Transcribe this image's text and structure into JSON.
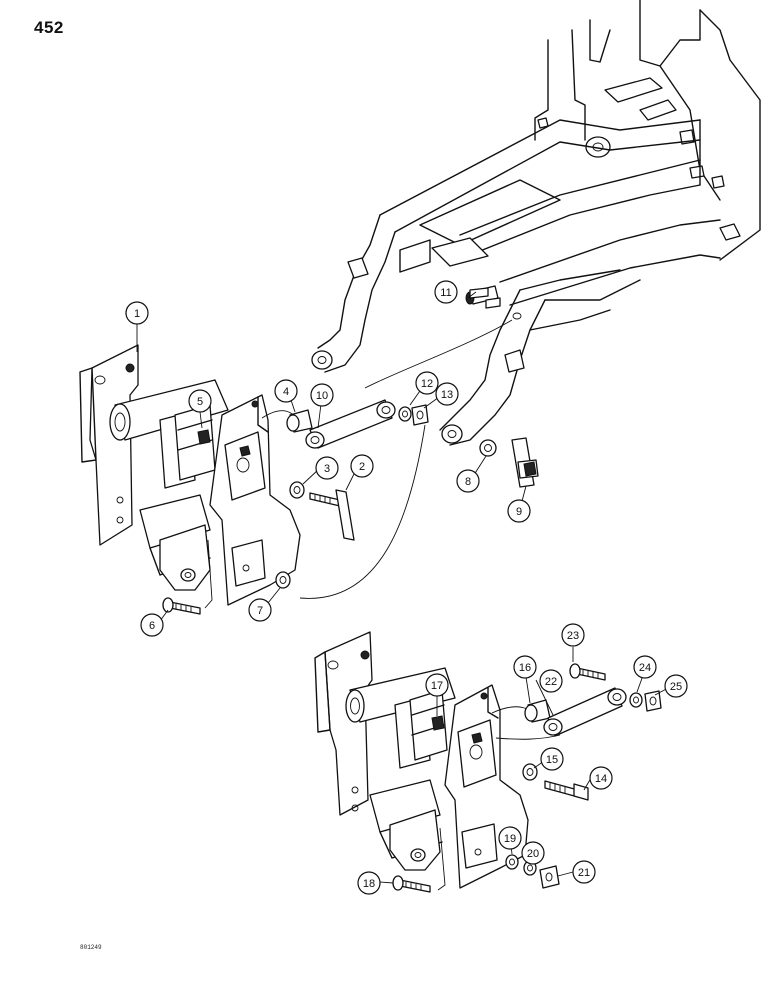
{
  "page": {
    "number": "452",
    "figure_code": "801249"
  },
  "callouts": [
    {
      "id": "c1",
      "label": "1"
    },
    {
      "id": "c2",
      "label": "2"
    },
    {
      "id": "c3",
      "label": "3"
    },
    {
      "id": "c4",
      "label": "4"
    },
    {
      "id": "c5",
      "label": "5"
    },
    {
      "id": "c6",
      "label": "6"
    },
    {
      "id": "c7",
      "label": "7"
    },
    {
      "id": "c8",
      "label": "8"
    },
    {
      "id": "c9",
      "label": "9"
    },
    {
      "id": "c10",
      "label": "10"
    },
    {
      "id": "c11",
      "label": "11"
    },
    {
      "id": "c12",
      "label": "12"
    },
    {
      "id": "c13",
      "label": "13"
    },
    {
      "id": "c14",
      "label": "14"
    },
    {
      "id": "c15",
      "label": "15"
    },
    {
      "id": "c16",
      "label": "16"
    },
    {
      "id": "c17",
      "label": "17"
    },
    {
      "id": "c18",
      "label": "18"
    },
    {
      "id": "c19",
      "label": "19"
    },
    {
      "id": "c20",
      "label": "20"
    },
    {
      "id": "c21",
      "label": "21"
    },
    {
      "id": "c22",
      "label": "22"
    },
    {
      "id": "c23",
      "label": "23"
    },
    {
      "id": "c24",
      "label": "24"
    },
    {
      "id": "c25",
      "label": "25"
    }
  ]
}
